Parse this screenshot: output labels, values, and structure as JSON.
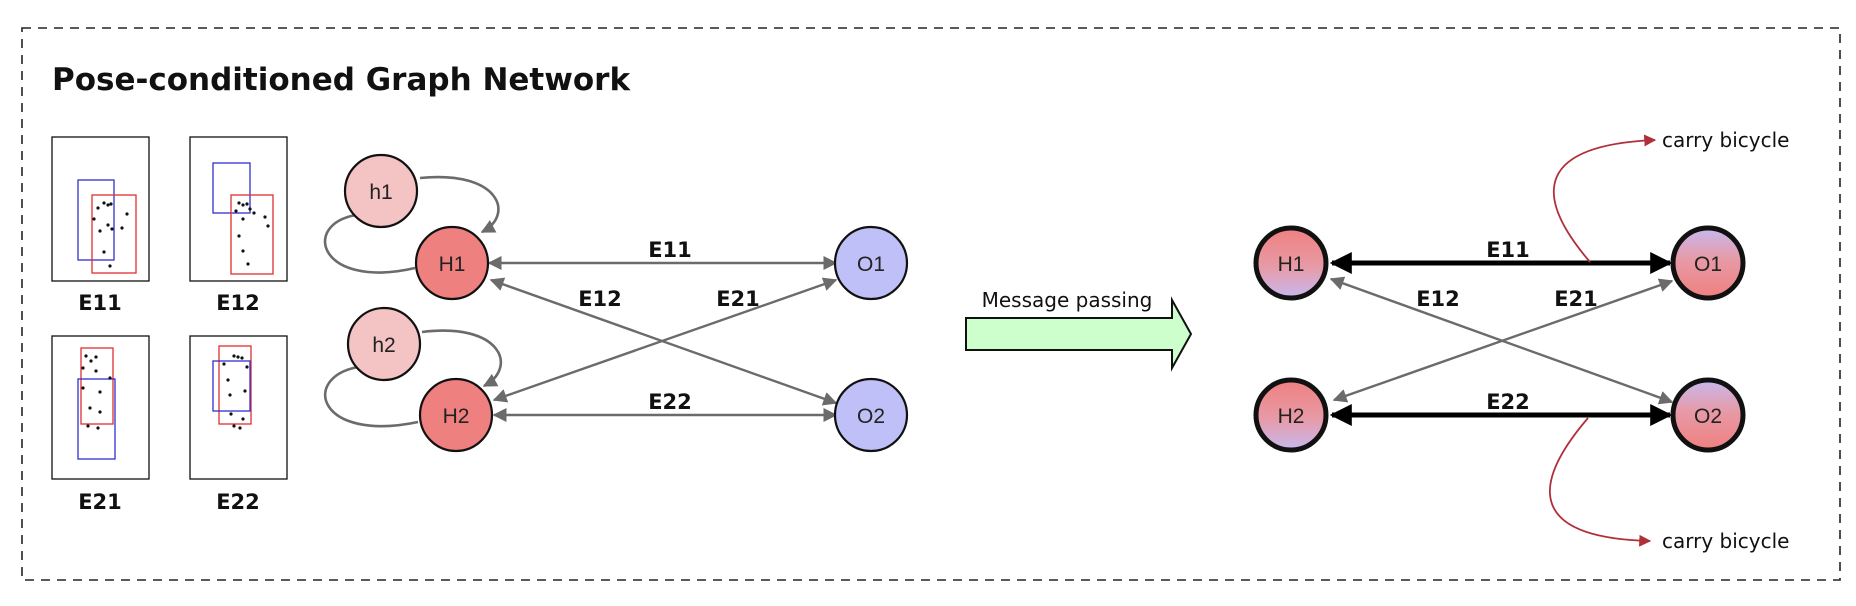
{
  "title": "Pose-conditioned Graph Network",
  "pose_thumbnails": [
    {
      "label": "E11"
    },
    {
      "label": "E12"
    },
    {
      "label": "E21"
    },
    {
      "label": "E22"
    }
  ],
  "left_graph": {
    "context_nodes": [
      {
        "label": "h1"
      },
      {
        "label": "h2"
      }
    ],
    "human_nodes": [
      {
        "label": "H1"
      },
      {
        "label": "H2"
      }
    ],
    "object_nodes": [
      {
        "label": "O1"
      },
      {
        "label": "O2"
      }
    ],
    "edges": [
      {
        "label": "E11",
        "from": "H1",
        "to": "O1"
      },
      {
        "label": "E12",
        "from": "H1",
        "to": "O2"
      },
      {
        "label": "E21",
        "from": "H2",
        "to": "O1"
      },
      {
        "label": "E22",
        "from": "H2",
        "to": "O2"
      }
    ]
  },
  "message_passing": {
    "label": "Message passing"
  },
  "right_graph": {
    "human_nodes": [
      {
        "label": "H1"
      },
      {
        "label": "H2"
      }
    ],
    "object_nodes": [
      {
        "label": "O1"
      },
      {
        "label": "O2"
      }
    ],
    "edges": [
      {
        "label": "E11",
        "from": "H1",
        "to": "O1"
      },
      {
        "label": "E12",
        "from": "H1",
        "to": "O2"
      },
      {
        "label": "E21",
        "from": "H2",
        "to": "O1"
      },
      {
        "label": "E22",
        "from": "H2",
        "to": "O2"
      }
    ],
    "predictions": [
      {
        "label": "carry bicycle",
        "edge": "E11"
      },
      {
        "label": "carry bicycle",
        "edge": "E22"
      }
    ]
  },
  "colors": {
    "context_node": "#f4c3c3",
    "human_node": "#ef8080",
    "object_node": "#bfc0f7",
    "edge_gray": "#6b6b6b",
    "edge_strong": "#000000",
    "arrow_fill": "#ccffcc",
    "prediction_arrow": "#b0303a",
    "human_box": "#e03030",
    "object_box": "#3030d0"
  }
}
